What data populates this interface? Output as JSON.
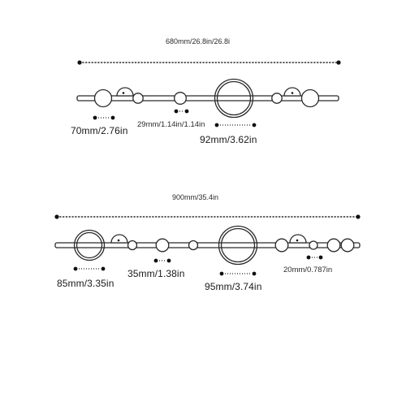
{
  "top_fixture": {
    "total_length_label": "680mm/26.8in/26.8i",
    "dimensions": {
      "left_globe": "70mm/2.76in",
      "small_globe": "29mm/1.14in/1.14in",
      "center_ring": "92mm/3.62in"
    }
  },
  "bottom_fixture": {
    "total_length_label": "900mm/35.4in",
    "dimensions": {
      "left_ring": "85mm/3.35in",
      "medium_globe": "35mm/1.38in",
      "center_ring": "95mm/3.74in",
      "small_globe": "20mm/0.787in"
    }
  },
  "colors": {
    "line": "#2a2a2a",
    "background": "#ffffff",
    "dot": "#111111"
  }
}
